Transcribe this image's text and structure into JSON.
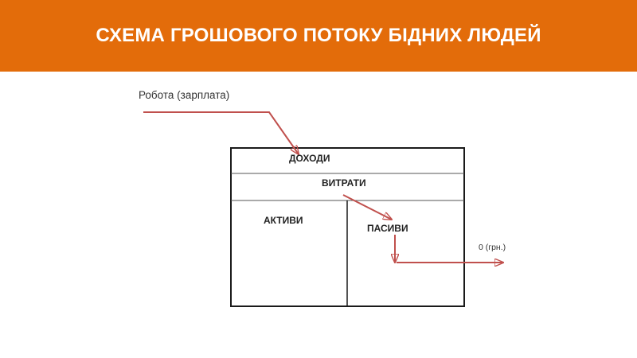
{
  "slide": {
    "title": "СХЕМА ГРОШОВОГО ПОТОКУ БІДНИХ ЛЮДЕЙ"
  },
  "diagram": {
    "source_label": "Робота (зарплата)",
    "income_label": "ДОХОДИ",
    "expenses_label": "ВИТРАТИ",
    "assets_label": "АКТИВИ",
    "liabilities_label": "ПАСИВИ",
    "outflow_label": "0 (грн.)"
  },
  "colors": {
    "accent": "#e36c0a",
    "arrow": "#c0504d",
    "frame": "#1a1a1a"
  }
}
